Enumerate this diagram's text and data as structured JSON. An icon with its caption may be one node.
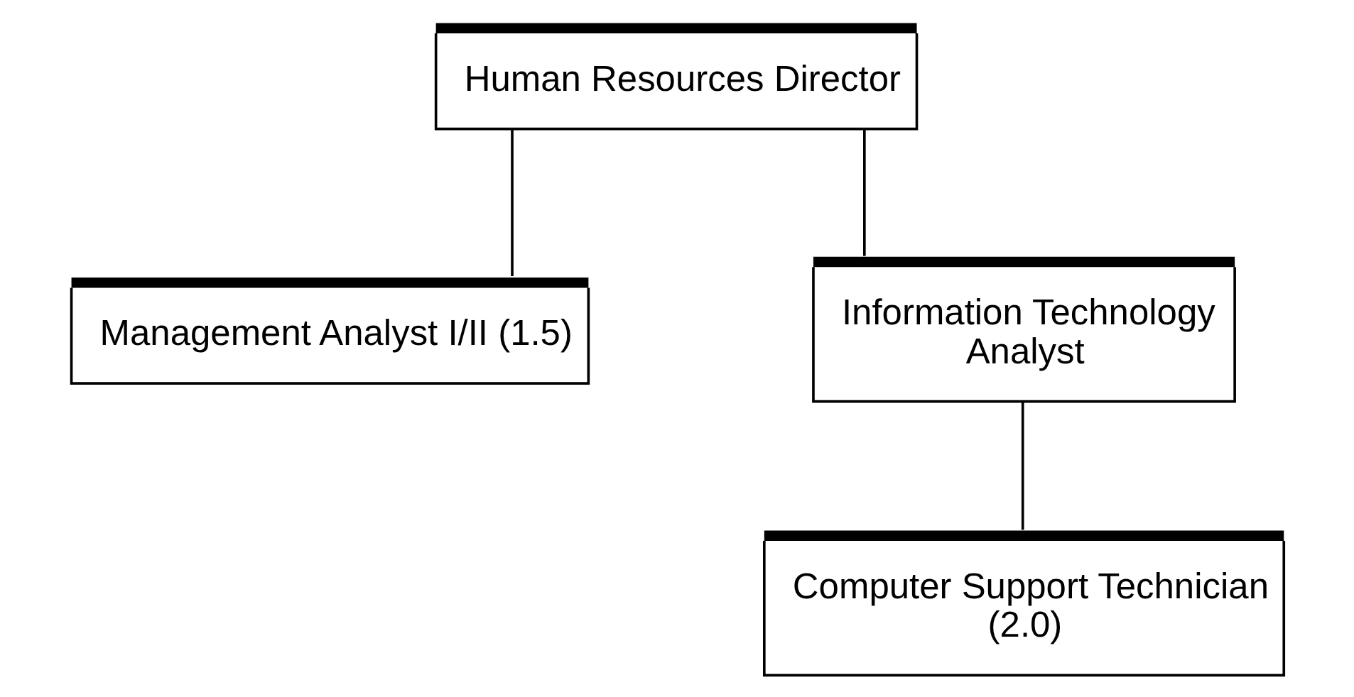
{
  "diagram": {
    "nodes": [
      {
        "text": [
          "Human Resources Director"
        ]
      },
      {
        "text": [
          "Management Analyst I/II (1.5)"
        ]
      },
      {
        "text": [
          "Information Technology Analyst"
        ]
      },
      {
        "text": [
          "Computer Support Technician (2.0)"
        ]
      }
    ],
    "edges": [
      {
        "from": 0,
        "to": 1,
        "arrow": "none"
      },
      {
        "from": 0,
        "to": 2,
        "arrow": "none"
      },
      {
        "from": 2,
        "to": 3,
        "arrow": "none"
      }
    ]
  }
}
